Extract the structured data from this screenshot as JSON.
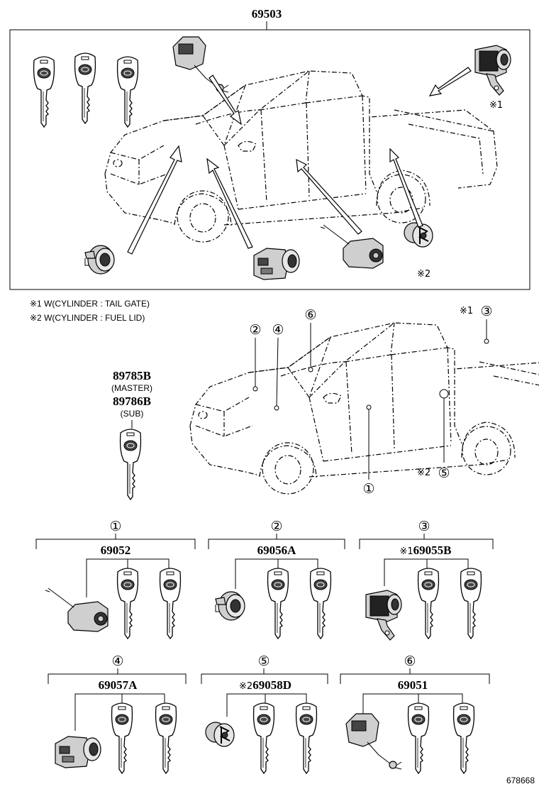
{
  "top": {
    "part_number": "69503",
    "note1_mark": "※1",
    "note2_mark": "※2"
  },
  "notes": [
    {
      "mark": "※1",
      "text": "W(CYLINDER : TAIL GATE)"
    },
    {
      "mark": "※2",
      "text": "W(CYLINDER : FUEL LID)"
    }
  ],
  "keys": {
    "master_pn": "89785B",
    "master_label": "(MASTER)",
    "sub_pn": "89786B",
    "sub_label": "(SUB)"
  },
  "locations": {
    "c1": "①",
    "c2": "②",
    "c3": "③",
    "c4": "④",
    "c5": "⑤",
    "c6": "⑥",
    "mark1": "※1",
    "mark2": "※2"
  },
  "groups": [
    {
      "circle": "①",
      "mark": "",
      "part_number": "69052"
    },
    {
      "circle": "②",
      "mark": "",
      "part_number": "69056A"
    },
    {
      "circle": "③",
      "mark": "※1",
      "part_number": "69055B"
    },
    {
      "circle": "④",
      "mark": "",
      "part_number": "69057A"
    },
    {
      "circle": "⑤",
      "mark": "※2",
      "part_number": "69058D"
    },
    {
      "circle": "⑥",
      "mark": "",
      "part_number": "69051"
    }
  ],
  "figure_id": "678668"
}
